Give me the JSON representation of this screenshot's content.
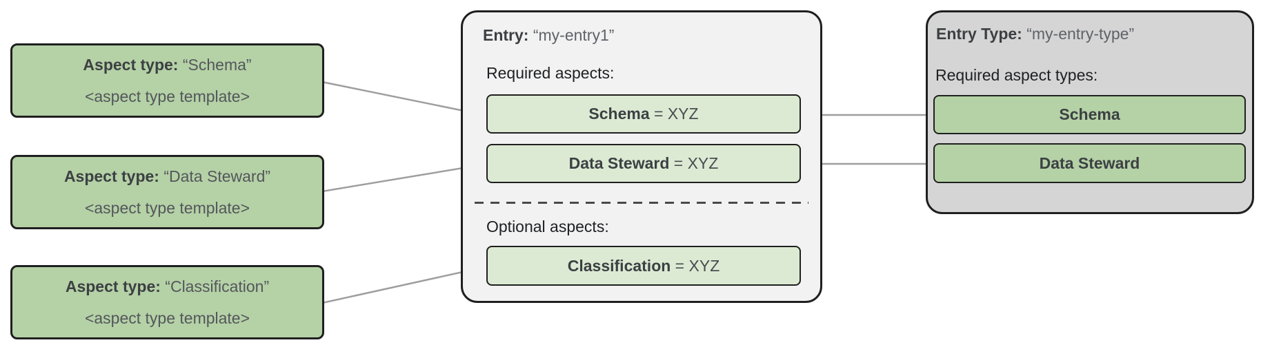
{
  "colors": {
    "green": "#b5d1a6",
    "light_green": "#dcead3",
    "entry_bg": "#f2f2f2",
    "entry_type_bg": "#d5d5d5",
    "border": "#1f1f1f",
    "connector": "#9e9e9e",
    "dash": "#494949",
    "text_dark": "#3c4043",
    "text_muted": "#53575b",
    "text_quoted": "#5f6368",
    "text_label": "#202124",
    "text_regular": "#494c50"
  },
  "aspect_types": [
    {
      "label": "Aspect type:",
      "name": "“Schema”",
      "template": "<aspect type template>"
    },
    {
      "label": "Aspect type:",
      "name": "“Data Steward”",
      "template": "<aspect type template>"
    },
    {
      "label": "Aspect type:",
      "name": "“Classification”",
      "template": "<aspect type template>"
    }
  ],
  "entry": {
    "title_label": "Entry:",
    "title_value": "“my-entry1”",
    "required_label": "Required aspects:",
    "required_aspects": [
      {
        "name": "Schema",
        "suffix": " = XYZ"
      },
      {
        "name": "Data Steward",
        "suffix": " = XYZ"
      }
    ],
    "optional_label": "Optional aspects:",
    "optional_aspects": [
      {
        "name": "Classification",
        "suffix": " = XYZ"
      }
    ]
  },
  "entry_type": {
    "title_label": "Entry Type:",
    "title_value": "“my-entry-type”",
    "required_label": "Required aspect types:",
    "aspects": [
      "Schema",
      "Data Steward"
    ]
  }
}
